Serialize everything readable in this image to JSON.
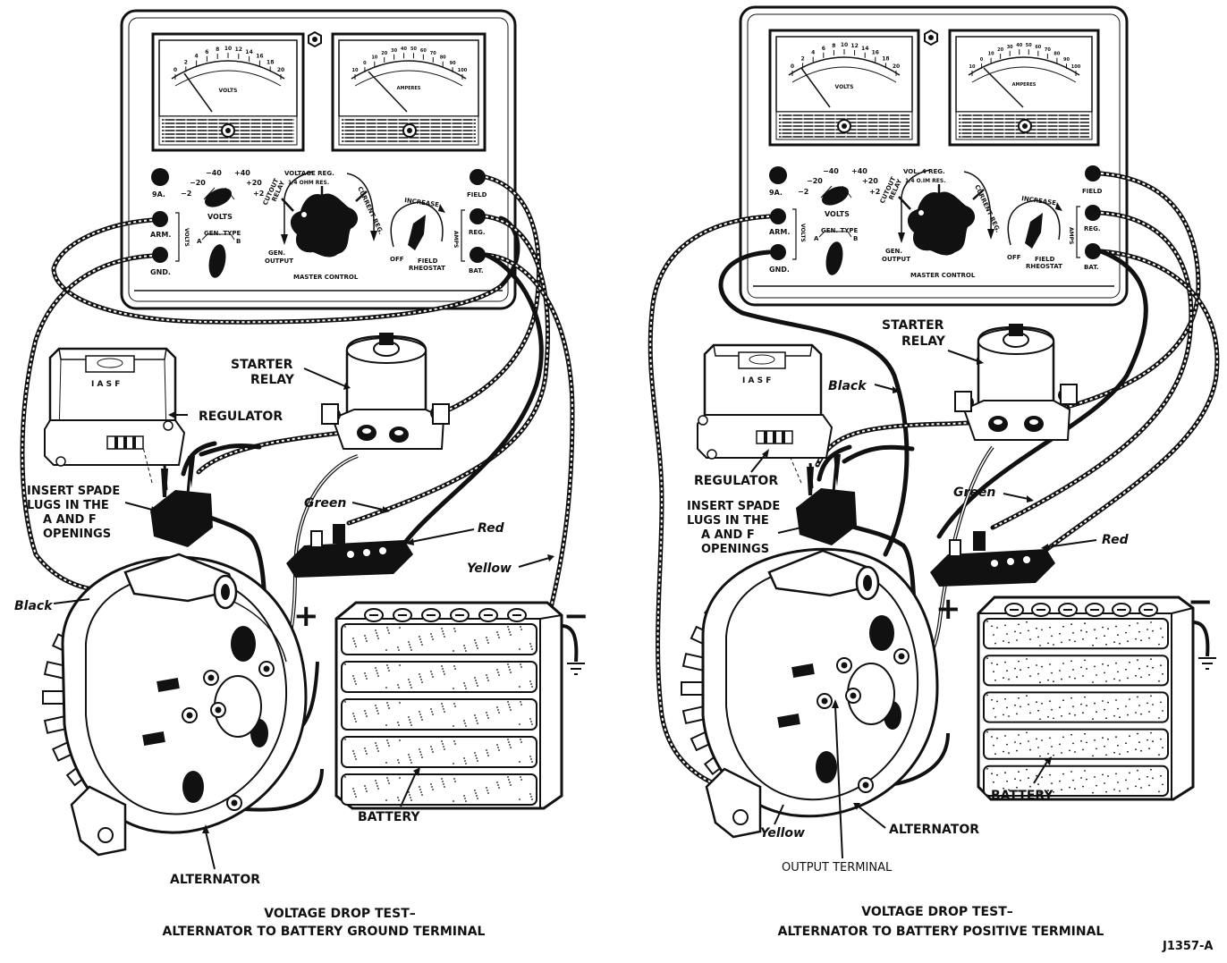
{
  "panels": [
    {
      "id": "ground",
      "meters": {
        "volts_scale": [
          "0",
          "2",
          "4",
          "6",
          "8",
          "10",
          "12",
          "14",
          "16",
          "18",
          "20"
        ],
        "volts_label": "VOLTS",
        "amperes_scale": [
          "10",
          "0",
          "10",
          "20",
          "30",
          "40",
          "50",
          "60",
          "70",
          "80",
          "90",
          "100"
        ],
        "amperes_label": "AMPERES"
      },
      "controls": {
        "ninea": "9A.",
        "arm": "ARM.",
        "gnd": "GND.",
        "field": "FIELD",
        "reg": "REG.",
        "bat": "BAT.",
        "range_left": "−40\n−20\n−2",
        "range_m40": "−40",
        "range_m20": "−20",
        "range_m2": "−2",
        "range_p40": "+40",
        "range_p20": "+20",
        "range_p2": "+2",
        "volts": "VOLTS",
        "gen_type": "GEN. TYPE",
        "gen_a": "A",
        "gen_b": "B",
        "voltage_reg": "VOLTAGE REG.",
        "ohm_res": "1/4 OHM RES.",
        "cutout": "CUTOUT",
        "relay": "RELAY",
        "current_reg": "CURRENT REG.",
        "gen_output_1": "GEN.",
        "gen_output_2": "OUTPUT",
        "master_control": "MASTER CONTROL",
        "increase": "INCREASE",
        "off": "OFF",
        "field_rheostat_1": "FIELD",
        "field_rheostat_2": "RHEOSTAT",
        "volts_side": "VOLTS",
        "amps_side": "AMPS"
      },
      "labels": {
        "starter_relay_1": "STARTER",
        "starter_relay_2": "RELAY",
        "regulator": "REGULATOR",
        "regulator_marks": "I  A  S  F",
        "insert_1": "INSERT SPADE",
        "insert_2": "LUGS IN THE",
        "insert_3": "A AND F",
        "insert_4": "OPENINGS",
        "green": "Green",
        "red": "Red",
        "yellow": "Yellow",
        "black": "Black",
        "battery": "BATTERY",
        "alternator": "ALTERNATOR",
        "plus": "+",
        "minus": "−"
      },
      "caption_1": "VOLTAGE DROP TEST–",
      "caption_2": "ALTERNATOR TO BATTERY GROUND TERMINAL"
    },
    {
      "id": "positive",
      "meters": {
        "volts_scale": [
          "0",
          "2",
          "4",
          "6",
          "8",
          "10",
          "12",
          "14",
          "16",
          "18",
          "20"
        ],
        "volts_label": "VOLTS",
        "amperes_scale": [
          "10",
          "0",
          "10",
          "20",
          "30",
          "40",
          "50",
          "60",
          "70",
          "80",
          "90",
          "100"
        ],
        "amperes_label": "AMPERES"
      },
      "controls": {
        "ninea": "9A.",
        "arm": "ARM.",
        "gnd": "GND.",
        "field": "FIELD",
        "reg": "REG.",
        "bat": "BAT.",
        "range_m40": "−40",
        "range_m20": "−20",
        "range_m2": "−2",
        "range_p40": "+40",
        "range_p20": "+20",
        "range_p2": "+2",
        "volts": "VOLTS",
        "gen_type": "GEN. TYPE",
        "gen_a": "A",
        "gen_b": "B",
        "voltage_reg": "VOL.  4 REG.",
        "ohm_res": "1/4 O.IM RES.",
        "cutout": "CUTOUT",
        "relay": "RELAY",
        "current_reg": "CURRENT REG.",
        "gen_output_1": "GEN.",
        "gen_output_2": "OUTPUT",
        "master_control": "MASTER CONTROL",
        "increase": "INCREASE",
        "off": "OFF",
        "field_rheostat_1": "FIELD",
        "field_rheostat_2": "RHEOSTAT",
        "volts_side": "VOLTS",
        "amps_side": "AMPS"
      },
      "labels": {
        "starter_relay_1": "STARTER",
        "starter_relay_2": "RELAY",
        "regulator": "REGULATOR",
        "regulator_marks": "I  A  S  F",
        "insert_1": "INSERT SPADE",
        "insert_2": "LUGS IN THE",
        "insert_3": "A AND F",
        "insert_4": "OPENINGS",
        "green": "Green",
        "red": "Red",
        "yellow": "Yellow",
        "black": "Black",
        "battery": "BATTERY",
        "alternator": "ALTERNATOR",
        "output_terminal": "OUTPUT TERMINAL",
        "plus": "+",
        "minus": "−"
      },
      "caption_1": "VOLTAGE DROP TEST–",
      "caption_2": "ALTERNATOR TO BATTERY POSITIVE TERMINAL"
    }
  ],
  "figure_code": "J1357-A"
}
